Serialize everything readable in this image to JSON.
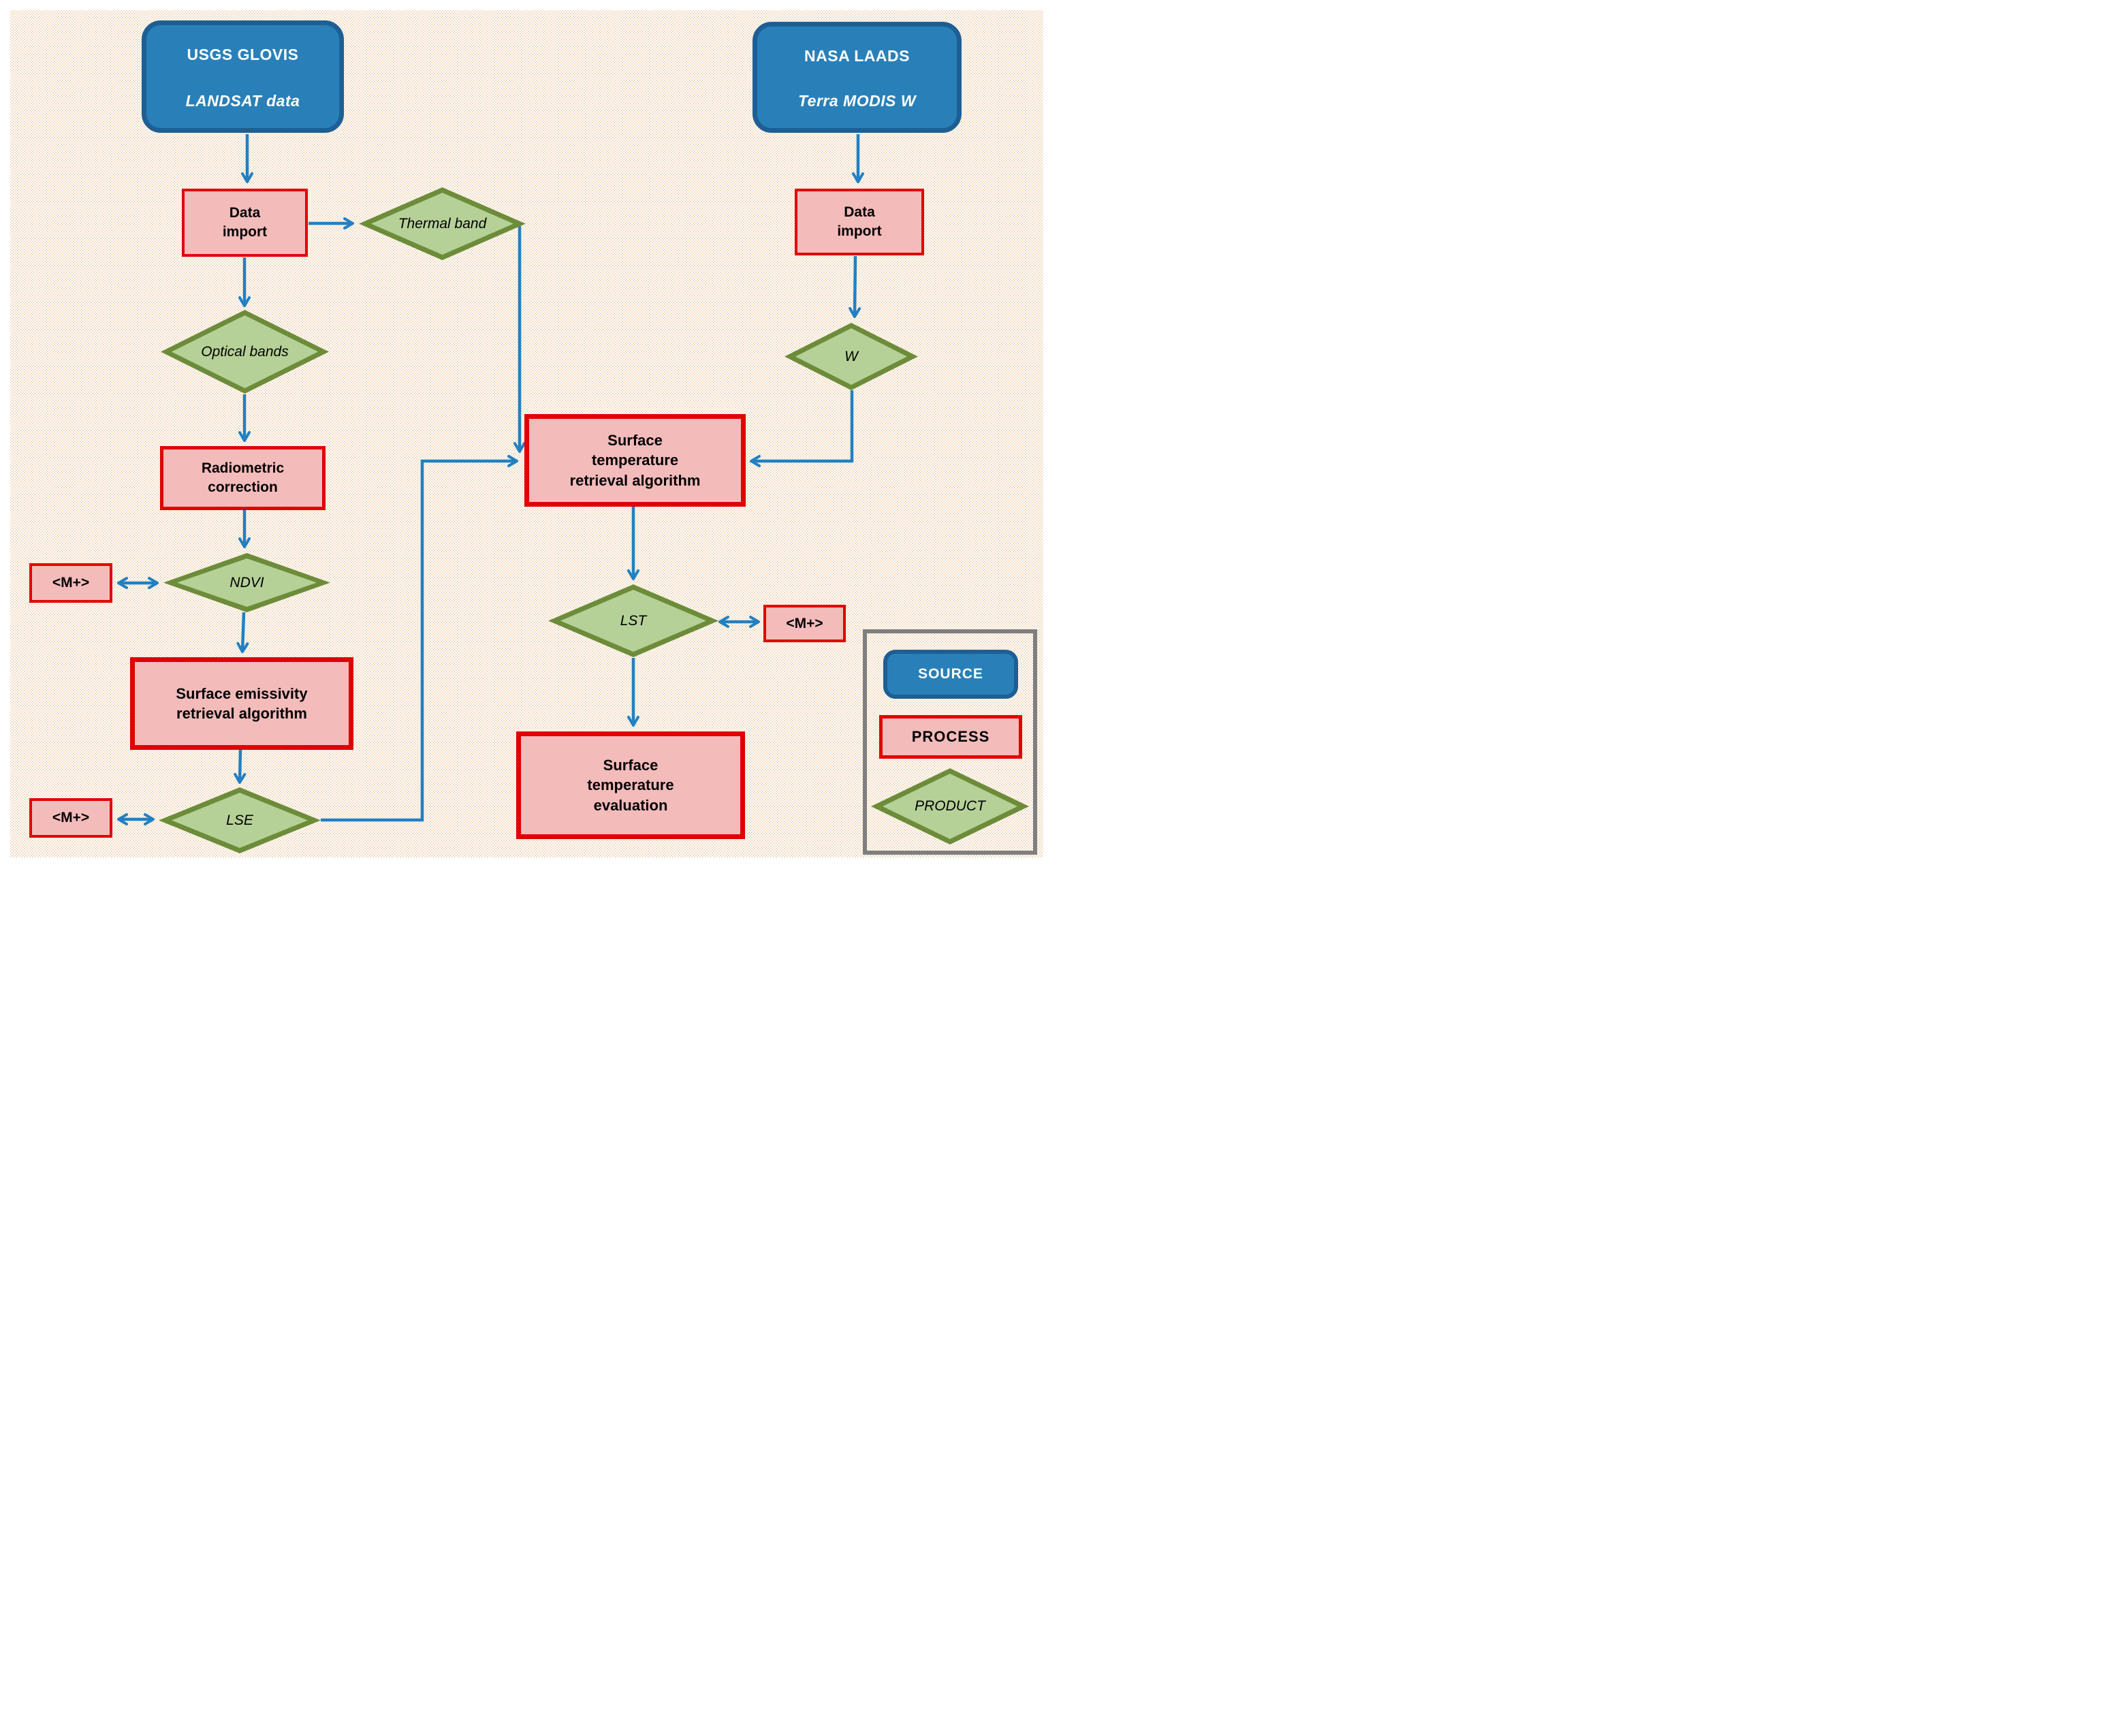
{
  "diagram": {
    "nodes": {
      "source_usgs": {
        "line1": "USGS GLOVIS",
        "line2": "LANDSAT data"
      },
      "source_nasa": {
        "line1": "NASA LAADS",
        "line2": "Terra MODIS W"
      },
      "import_left": {
        "lines": [
          "Data",
          "import"
        ]
      },
      "import_right": {
        "lines": [
          "Data",
          "import"
        ]
      },
      "thermal_band": {
        "label": "Thermal band"
      },
      "optical_bands": {
        "label": "Optical bands"
      },
      "w": {
        "label": "W"
      },
      "radiometric": {
        "lines": [
          "Radiometric",
          "correction"
        ]
      },
      "stra": {
        "lines": [
          "Surface",
          "temperature",
          "retrieval algorithm"
        ]
      },
      "ndvi": {
        "label": "NDVI"
      },
      "sera": {
        "lines": [
          "Surface emissivity",
          "retrieval algorithm"
        ]
      },
      "lse": {
        "label": "LSE"
      },
      "lst": {
        "label": "LST"
      },
      "ste": {
        "lines": [
          "Surface",
          "temperature",
          "evaluation"
        ]
      },
      "m_plus": {
        "label": "<M+>"
      }
    },
    "legend": {
      "source": "SOURCE",
      "process": "PROCESS",
      "product": "PRODUCT"
    },
    "colors": {
      "background_checker_tint": "#f3dec6",
      "background_checker_light": "#ffffff",
      "frame_orange": "#fcbf8b",
      "source_fill": "#2980b9",
      "source_border": "#1d5f94",
      "process_fill": "#f4bbbb",
      "process_border": "#e00000",
      "product_fill": "#b6d197",
      "product_border": "#6d8c3a",
      "arrow_blue": "#2280c2",
      "legend_border": "#7f7f7f",
      "text_dark": "#000000",
      "text_light": "#ffffff"
    }
  }
}
